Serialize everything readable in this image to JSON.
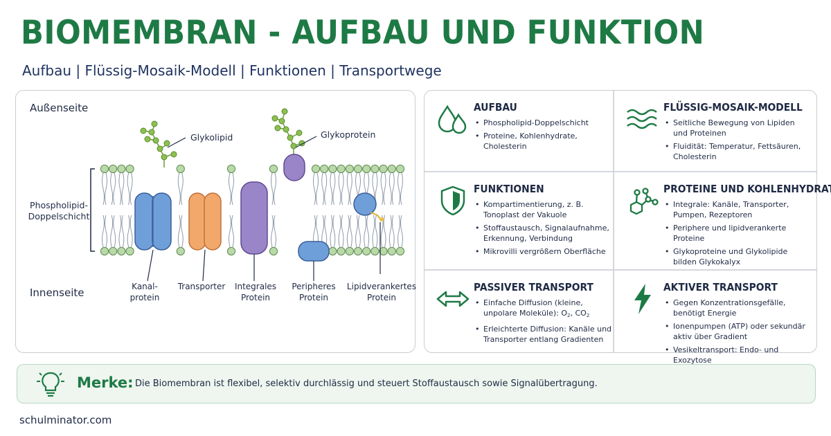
{
  "header": {
    "title": "BIOMEMBRAN - AUFBAU UND FUNKTION",
    "subtitle": "Aufbau | Flüssig-Mosaik-Modell | Funktionen | Transportwege"
  },
  "diagram": {
    "outside_label": "Außenseite",
    "inside_label": "Innenseite",
    "bilayer_label_line1": "Phospholipid-",
    "bilayer_label_line2": "Doppelschicht",
    "glycolipid_label": "Glykolipid",
    "glycoprotein_label": "Glykoprotein",
    "channel_label_line1": "Kanal-",
    "channel_label_line2": "protein",
    "transporter_label": "Transporter",
    "integral_label_line1": "Integrales",
    "integral_label_line2": "Protein",
    "peripheral_label_line1": "Peripheres",
    "peripheral_label_line2": "Protein",
    "lipid_anchored_label_line1": "Lipidverankertes",
    "lipid_anchored_label_line2": "Protein"
  },
  "cards": {
    "aufbau": {
      "icon": "droplets-icon",
      "title": "AUFBAU",
      "items": [
        "Phospholipid-Doppelschicht",
        "Proteine, Kohlenhydrate, Cholesterin"
      ]
    },
    "mosaik": {
      "icon": "waves-icon",
      "title": "FLÜSSIG-MOSAIK-MODELL",
      "items": [
        "Seitliche Bewegung von Lipiden und Proteinen",
        "Fluidität: Temperatur, Fettsäuren, Cholesterin"
      ]
    },
    "funktionen": {
      "icon": "shield-icon",
      "title": "FUNKTIONEN",
      "items": [
        "Kompartimentierung, z. B. Tonoplast der Vakuole",
        "Stoffaustausch, Signalaufnahme, Erkennung, Verbindung",
        "Mikrovilli vergrößern Oberfläche"
      ]
    },
    "proteine": {
      "icon": "molecule-icon",
      "title": "PROTEINE UND KOHLENHYDRATE",
      "items": [
        "Integrale: Kanäle, Transporter, Pumpen, Rezeptoren",
        "Periphere und lipidverankerte Proteine",
        "Glykoproteine und Glykolipide bilden Glykokalyx"
      ]
    },
    "passiv": {
      "icon": "double-arrow-icon",
      "title": "PASSIVER TRANSPORT",
      "item1_prefix": "Einfache Diffusion (kleine, unpolare Moleküle): O",
      "item1_sub1": "2",
      "item1_mid": ", CO",
      "item1_sub2": "2",
      "item2": "Erleichterte Diffusion: Kanäle und Transporter entlang Gradienten"
    },
    "aktiv": {
      "icon": "lightning-icon",
      "title": "AKTIVER TRANSPORT",
      "items": [
        "Gegen Konzentrationsgefälle, benötigt Energie",
        "Ionenpumpen (ATP) oder sekundär aktiv über Gradient",
        "Vesikeltransport: Endo- und Exozytose"
      ]
    }
  },
  "merke": {
    "icon": "lightbulb-icon",
    "label": "Merke:",
    "text": "Die Biomembran ist flexibel, selektiv durchlässig und steuert Stoffaustausch sowie Signalübertragung."
  },
  "footer": {
    "text": "schulminator.com"
  },
  "colors": {
    "accent_green": "#1e7a45",
    "navy": "#1f2a44",
    "channel_blue": "#6f9fd8",
    "transporter_orange": "#f1a86a",
    "integral_purple": "#9b85c9",
    "head_green": "#b9d9a8"
  }
}
